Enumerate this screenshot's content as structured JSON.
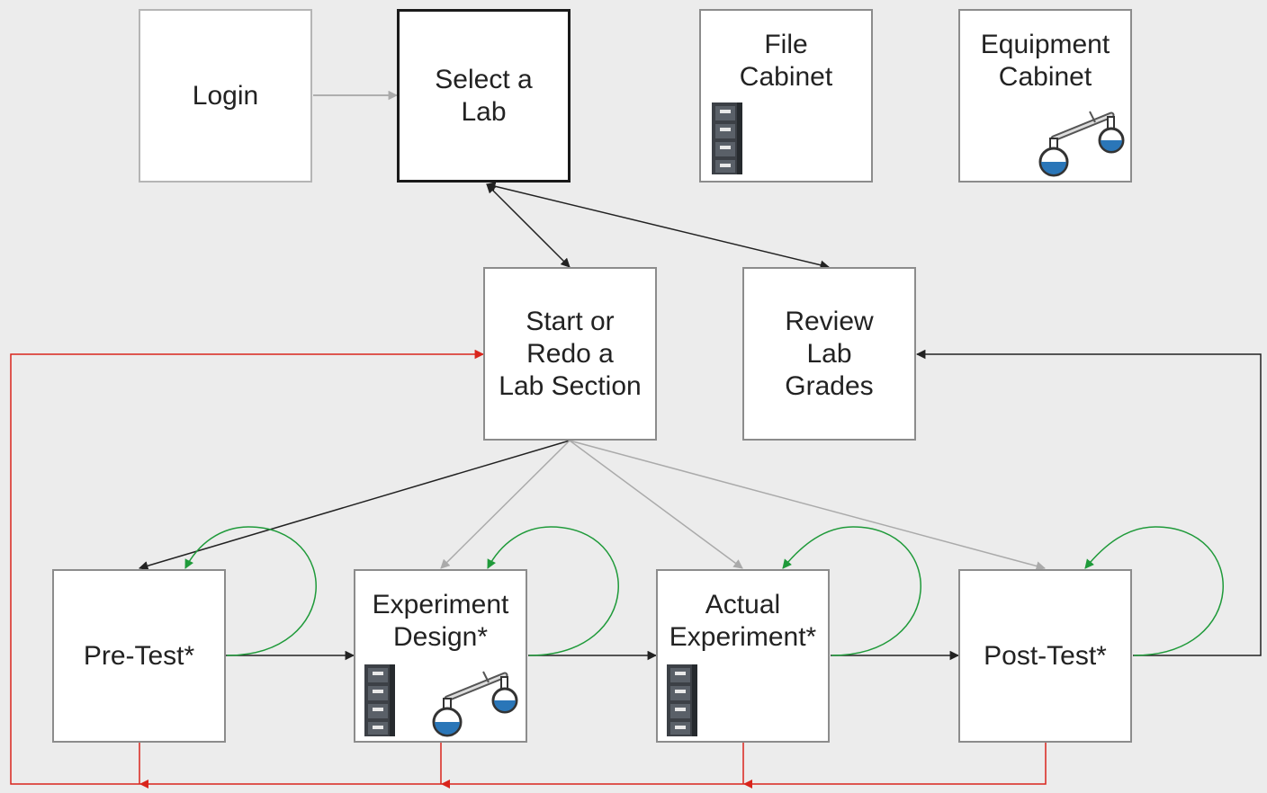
{
  "nodes": {
    "login": "Login",
    "select_lab": "Select a\nLab",
    "file_cabinet": "File\nCabinet",
    "equipment_cabinet": "Equipment\nCabinet",
    "start_redo": "Start or\nRedo a\nLab Section",
    "review_grades": "Review\nLab\nGrades",
    "pre_test": "Pre-Test*",
    "experiment_design": "Experiment\nDesign*",
    "actual_experiment": "Actual\nExperiment*",
    "post_test": "Post-Test*"
  },
  "icons": {
    "file_cabinet": "file-cabinet-icon",
    "equipment": "distillation-apparatus-icon"
  },
  "colors": {
    "background": "#ececec",
    "arrow_black": "#222222",
    "arrow_gray": "#aaaaaa",
    "arrow_red": "#d9251c",
    "loop_green": "#1f9a3a",
    "flask_liquid": "#2a76b8"
  }
}
